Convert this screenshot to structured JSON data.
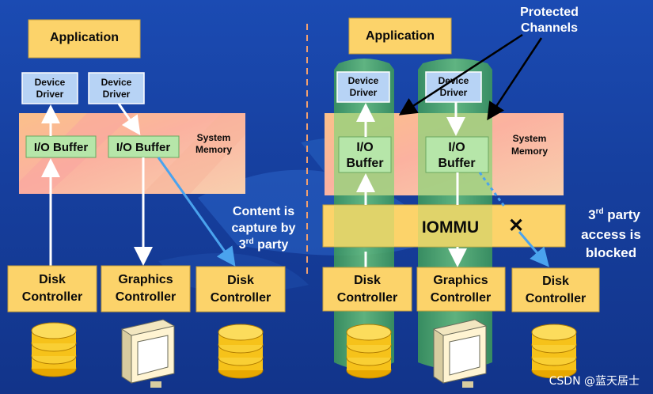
{
  "left": {
    "application": "Application",
    "device_driver_1": [
      "Device",
      "Driver"
    ],
    "device_driver_2": [
      "Device",
      "Driver"
    ],
    "system_memory": [
      "System",
      "Memory"
    ],
    "io_buffer_1": "I/O Buffer",
    "io_buffer_2": "I/O Buffer",
    "note": [
      "Content is",
      "capture by",
      "3",
      "rd",
      " party"
    ],
    "disk_controller_1": [
      "Disk",
      "Controller"
    ],
    "graphics_controller": [
      "Graphics",
      "Controller"
    ],
    "disk_controller_2": [
      "Disk",
      "Controller"
    ]
  },
  "right": {
    "application": "Application",
    "protected_channels": [
      "Protected",
      "Channels"
    ],
    "device_driver_1": [
      "Device",
      "Driver"
    ],
    "device_driver_2": [
      "Device",
      "Driver"
    ],
    "system_memory": [
      "System",
      "Memory"
    ],
    "io_buffer_1": [
      "I/O",
      "Buffer"
    ],
    "io_buffer_2": [
      "I/O",
      "Buffer"
    ],
    "iommu": "IOMMU",
    "blocked_mark": "✕",
    "note": [
      "3",
      "rd",
      " party",
      "access is",
      "blocked"
    ],
    "disk_controller_1": [
      "Disk",
      "Controller"
    ],
    "graphics_controller": [
      "Graphics",
      "Controller"
    ],
    "disk_controller_2": [
      "Disk",
      "Controller"
    ]
  },
  "watermark": "CSDN @蓝天居士",
  "colors": {
    "background": "#1a45a8",
    "box_yellow": "#fcd36a",
    "box_blue": "#b7d3f5",
    "buffer_green": "#b6e6a9",
    "channel_green": "#5fbf6a",
    "arrow_blue": "#4aa3ee"
  }
}
